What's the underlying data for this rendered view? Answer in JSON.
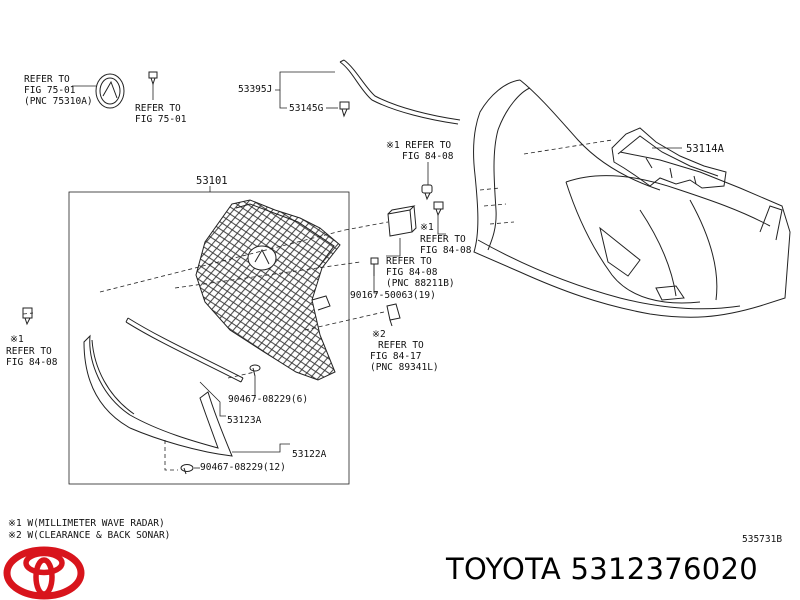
{
  "labels": {
    "refer_75_01_a": [
      "REFER TO",
      "FIG 75-01",
      "(PNC 75310A)"
    ],
    "refer_75_01_b": [
      "REFER TO",
      "FIG 75-01"
    ],
    "p53395J": "53395J",
    "p53145G": "53145G",
    "refer_84_08_top": [
      "※1 REFER TO",
      "FIG 84-08"
    ],
    "refer_84_08_right": [
      "※1",
      "REFER TO",
      "FIG 84-08"
    ],
    "refer_84_08_pnc": [
      "REFER TO",
      "FIG 84-08",
      "(PNC 88211B)"
    ],
    "p90167": "90167-50063(19)",
    "refer_84_17": [
      "※2",
      "REFER TO",
      "FIG 84-17",
      "(PNC 89341L)"
    ],
    "refer_84_08_left": [
      "※1",
      "REFER TO",
      "FIG 84-08"
    ],
    "p53101": "53101",
    "p53114A": "53114A",
    "p90467_6": "90467-08229(6)",
    "p53123A": "53123A",
    "p53122A": "53122A",
    "p90467_12": "90467-08229(12)",
    "note1": "※1 W(MILLIMETER WAVE RADAR)",
    "note2": "※2 W(CLEARANCE & BACK SONAR)",
    "diagram_code": "535731B"
  },
  "brand_text": "TOYOTA 5312376020",
  "colors": {
    "logo": "#d8141c",
    "ink": "#111111"
  }
}
